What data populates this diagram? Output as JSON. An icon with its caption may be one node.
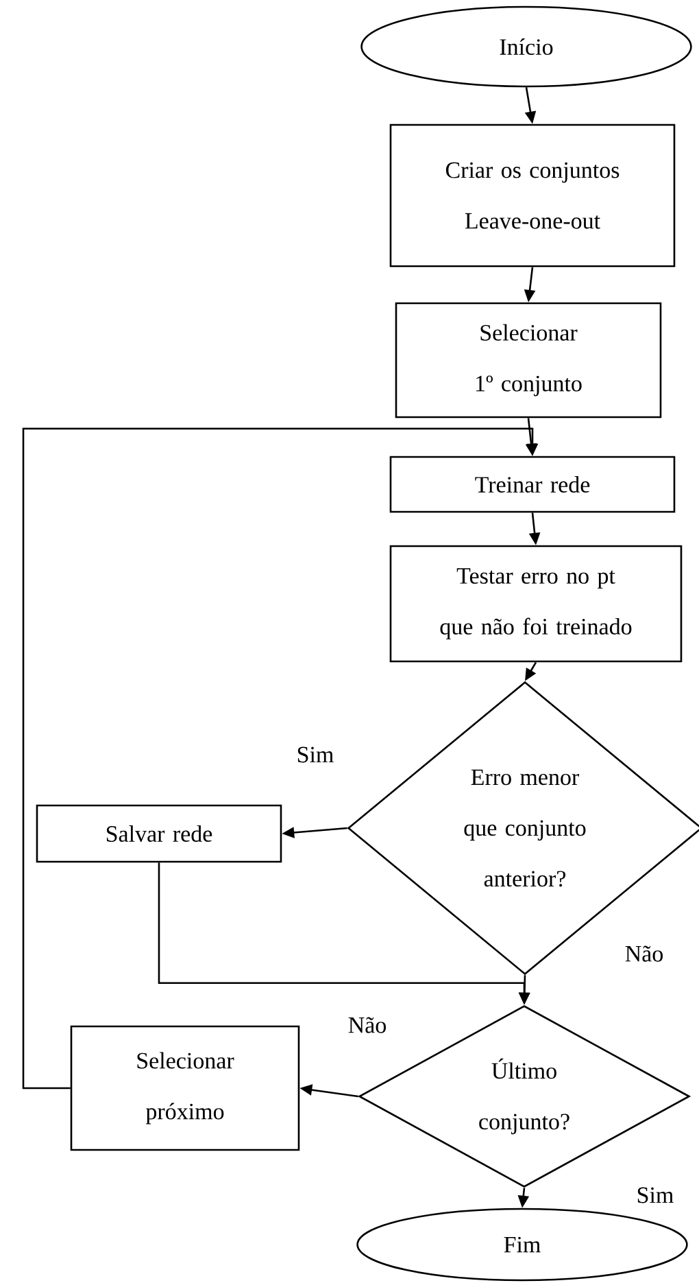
{
  "diagram": {
    "nodes": [
      {
        "text": [
          "Início"
        ]
      },
      {
        "text": [
          "Criar os conjuntos Leave-one-out"
        ]
      },
      {
        "text": [
          "Selecionar 1º conjunto"
        ]
      },
      {
        "text": [
          "Treinar rede"
        ]
      },
      {
        "text": [
          "Testar erro no pt que não foi treinado"
        ]
      },
      {
        "text": [
          "Erro menor que conjunto anterior?"
        ]
      },
      {
        "text": [
          "Salvar rede"
        ]
      },
      {
        "text": [
          "Último conjunto?"
        ]
      },
      {
        "text": [
          "Selecionar próximo"
        ]
      },
      {
        "text": [
          "Fim"
        ]
      }
    ],
    "edges": [
      {
        "from": 0,
        "to": 1,
        "arrow": "to"
      },
      {
        "from": 1,
        "to": 2,
        "arrow": "to"
      },
      {
        "from": 2,
        "to": 3,
        "arrow": "to"
      },
      {
        "from": 3,
        "to": 4,
        "arrow": "to"
      },
      {
        "from": 4,
        "to": 5,
        "arrow": "to"
      },
      {
        "from": 5,
        "to": 6,
        "arrow": "to",
        "label": "Sim"
      },
      {
        "from": 6,
        "to": 7,
        "arrow": "to"
      },
      {
        "from": 5,
        "to": 7,
        "arrow": "to",
        "label": "Não"
      },
      {
        "from": 7,
        "to": 8,
        "arrow": "to",
        "label": "Não"
      },
      {
        "from": 8,
        "to": 3,
        "arrow": "to"
      },
      {
        "from": 7,
        "to": 9,
        "arrow": "to",
        "label": "Sim"
      }
    ]
  }
}
